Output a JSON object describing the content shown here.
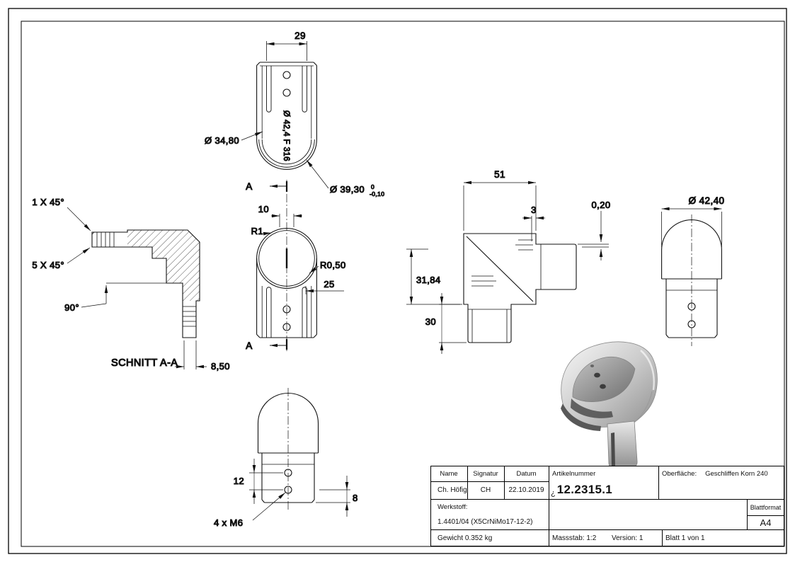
{
  "page": {
    "background": "#ffffff",
    "ink": "#111111"
  },
  "views": {
    "front_view": {
      "dim_width": "29",
      "label_dia_inner": "Ø 34,80",
      "marking": "Ø 42,4 F 316",
      "dim_dia_bore": "Ø 39,30",
      "tol_upper": "0",
      "tol_lower": "-0,10"
    },
    "section_view": {
      "chamfer_small": "1 X 45°",
      "chamfer_large": "5 X 45°",
      "angle": "90°",
      "title": "SCHNITT A-A",
      "dim_depth": "8,50"
    },
    "top_view": {
      "marker": "A",
      "dim_slot_width": "10",
      "radius_small": "R1",
      "radius_lip": "R0,50",
      "dim_25": "25"
    },
    "side_view": {
      "dim_length": "51",
      "dim_gap": "3",
      "dim_step": "0,20",
      "dim_height": "31,84",
      "dim_stub": "30"
    },
    "cap_view_right": {
      "dim_dia": "Ø 42,40"
    },
    "cap_view_bottom": {
      "dim_hole_spacing": "12",
      "dim_edge": "8",
      "holes_note": "4 x M6"
    }
  },
  "title_block": {
    "col_name": "Name",
    "col_signatur": "Signatur",
    "col_datum": "Datum",
    "name": "Ch. Höfig",
    "signatur": "CH",
    "datum": "22.10.2019",
    "artikelnummer_label": "Artikelnummer",
    "logo_mark": "¿",
    "artikelnummer": "12.2315.1",
    "oberflaeche_label": "Oberfläche:",
    "oberflaeche_value": "Geschliffen Korn 240",
    "werkstoff_label": "Werkstoff:",
    "werkstoff_value": "1.4401/04 (X5CrNiMo17-12-2)",
    "blattformat_label": "Blattformat",
    "blattformat_value": "A4",
    "gewicht": "Gewicht 0.352 kg",
    "massstab": "Massstab: 1:2",
    "version": "Version: 1",
    "blatt": "Blatt 1 von 1"
  }
}
